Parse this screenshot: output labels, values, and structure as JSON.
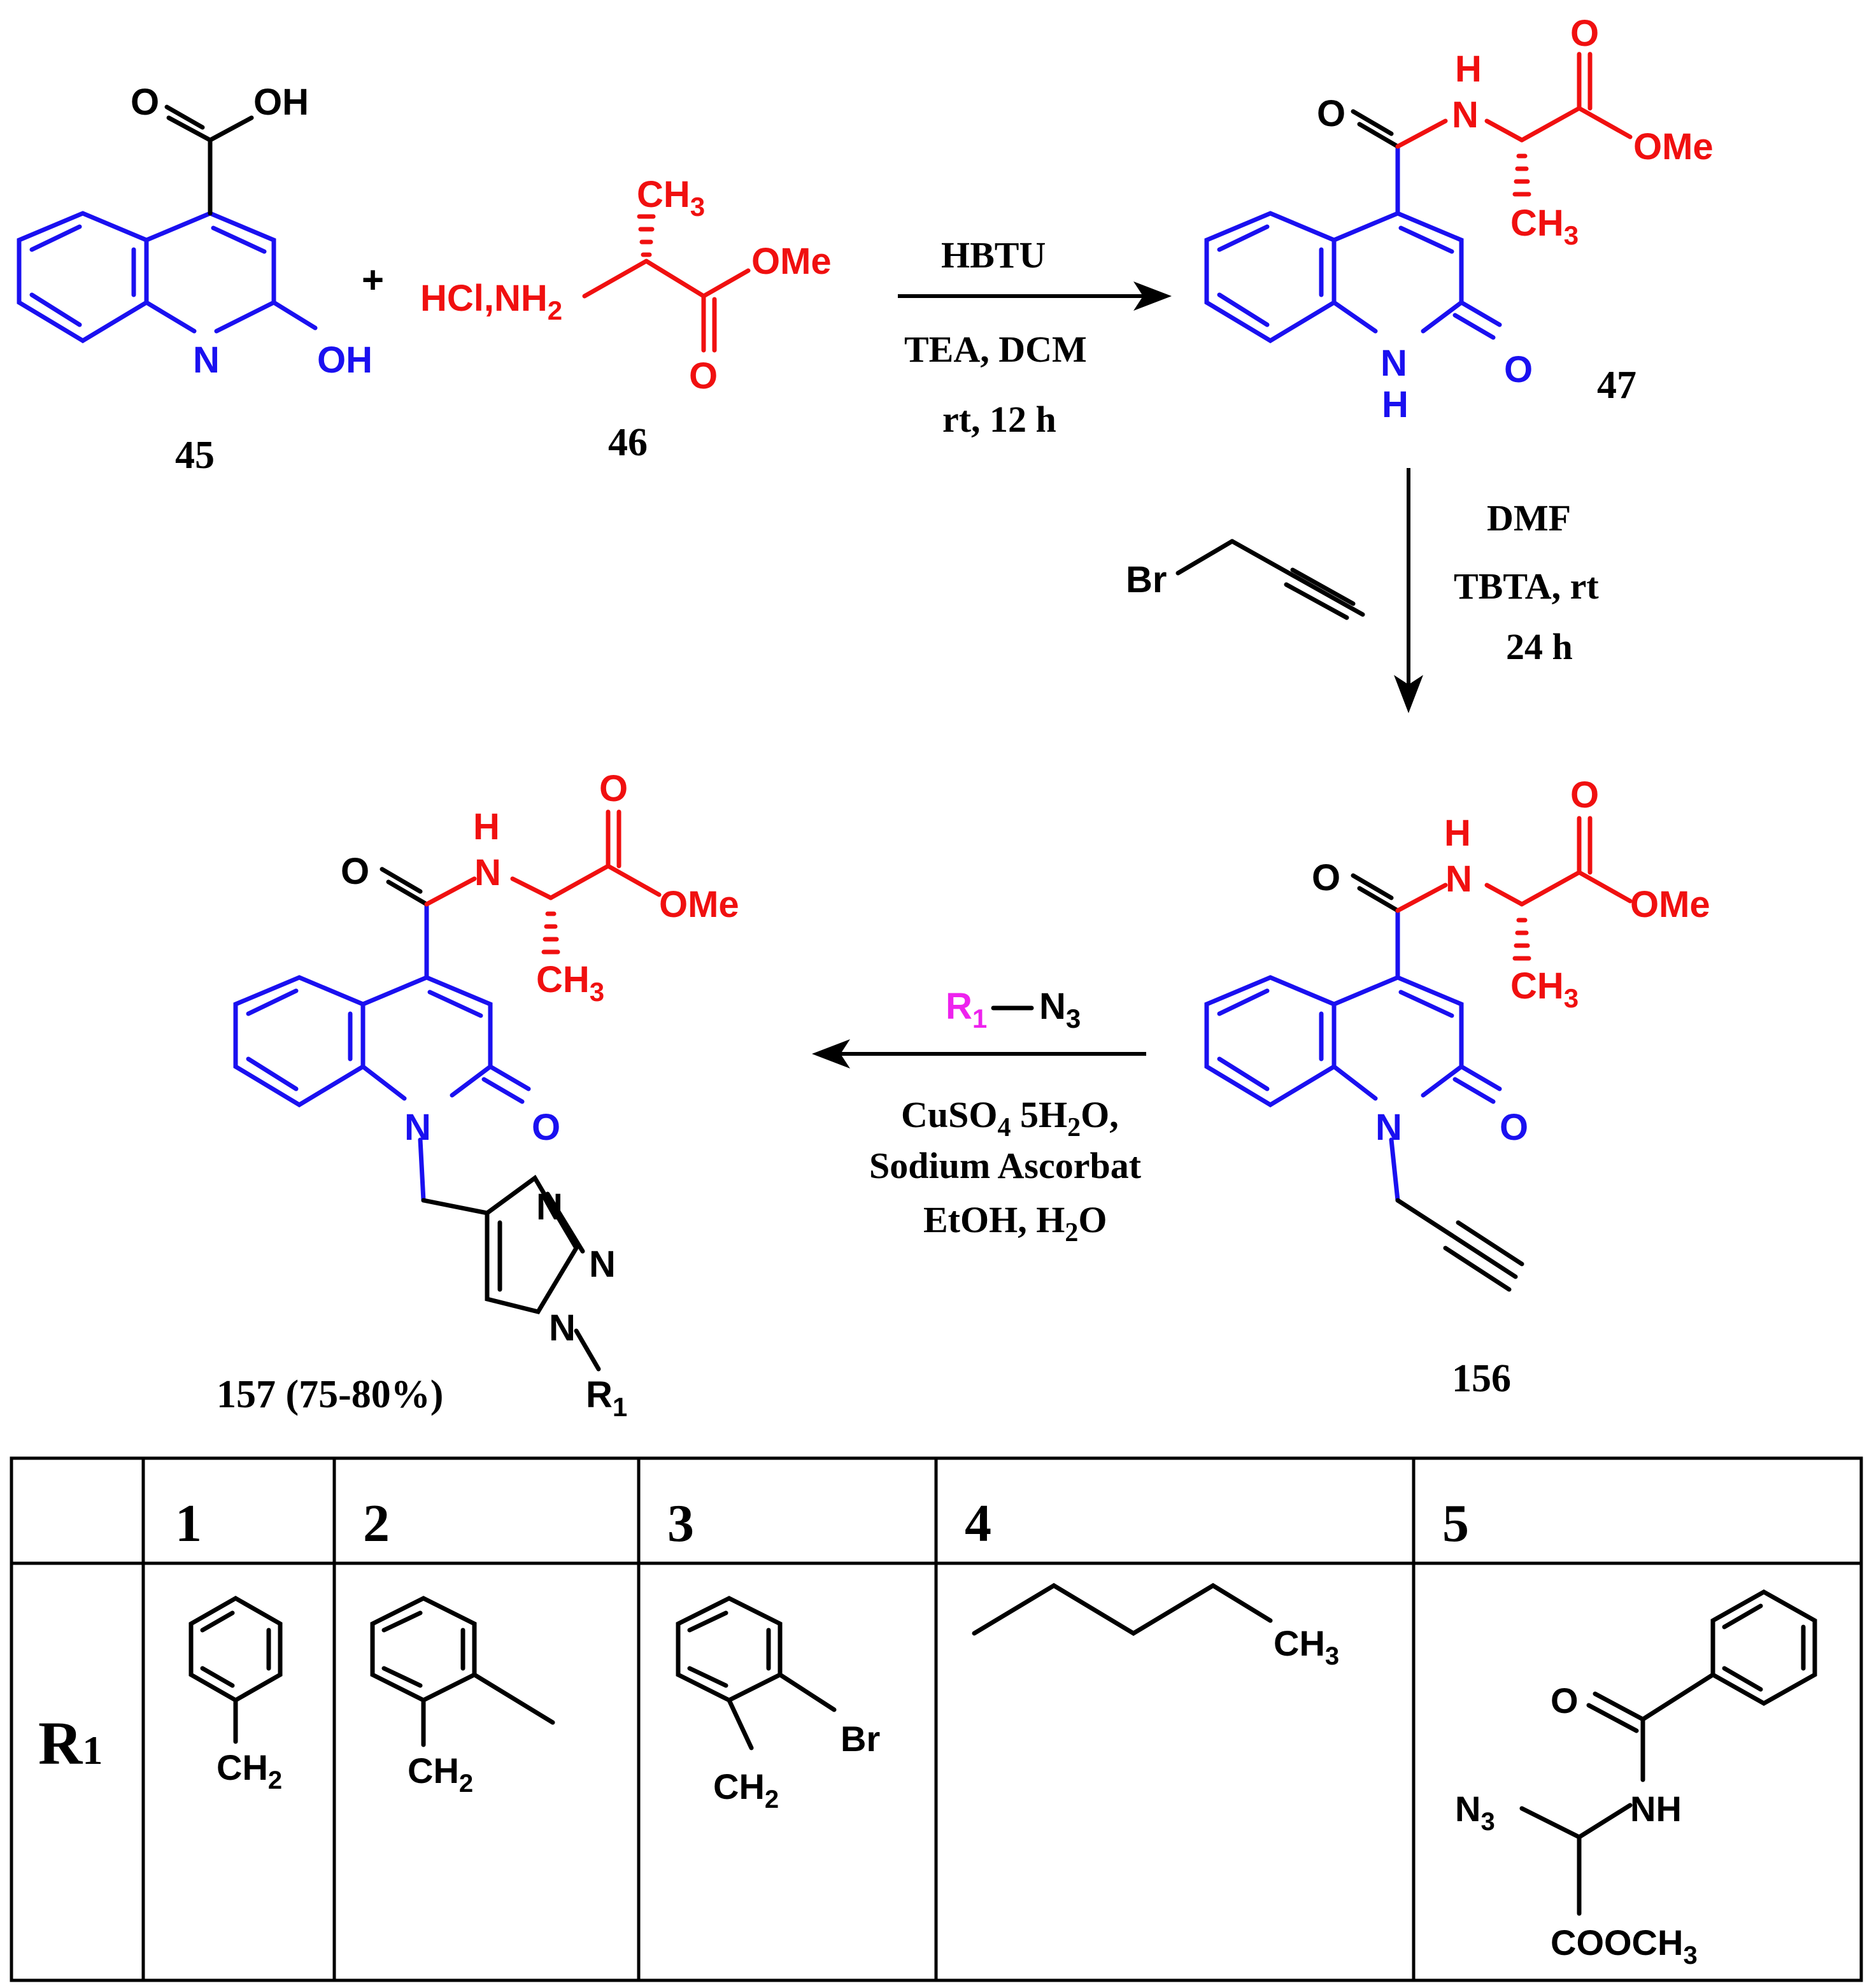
{
  "compounds": {
    "c45": {
      "label": "45",
      "atoms": {
        "o": "O",
        "oh_top": "OH",
        "n": "N",
        "oh_ring": "OH"
      }
    },
    "c46": {
      "label": "46",
      "atoms": {
        "ch3": "CH",
        "ch3_sub": "3",
        "hcl": "HCl,NH",
        "hcl_sub": "2",
        "ome": "OMe",
        "o": "O"
      }
    },
    "c47": {
      "label": "47",
      "atoms": {
        "o_amide": "O",
        "nh_h": "H",
        "nh_n": "N",
        "o_ester": "O",
        "ome": "OMe",
        "ch3": "CH",
        "ch3_sub": "3",
        "o_ring": "O",
        "n_ring": "N",
        "h_ring": "H"
      }
    },
    "c156": {
      "label": "156",
      "atoms": {
        "o_amide": "O",
        "nh_h": "H",
        "nh_n": "N",
        "o_ester": "O",
        "ome": "OMe",
        "ch3": "CH",
        "ch3_sub": "3",
        "o_ring": "O",
        "n_ring": "N"
      }
    },
    "c157": {
      "label": "157 (75-80%)",
      "atoms": {
        "o_amide": "O",
        "nh_h": "H",
        "nh_n": "N",
        "o_ester": "O",
        "ome": "OMe",
        "ch3": "CH",
        "ch3_sub": "3",
        "o_ring": "O",
        "n_ring": "N",
        "n_tri1": "N",
        "n_tri2": "N",
        "n_tri3": "N",
        "r": "R",
        "r_sub": "1"
      }
    }
  },
  "plus": "+",
  "reagents": {
    "step1": {
      "above": "HBTU",
      "below1": "TEA, DCM",
      "below2": "rt, 12 h"
    },
    "step2": {
      "reagent_atom": "Br",
      "cond1": "DMF",
      "cond2": "TBTA, rt",
      "cond3": "24 h"
    },
    "step3": {
      "r": "R",
      "r_sub": "1",
      "n3": "N",
      "n3_sub": "3",
      "cond1a": "CuSO",
      "cond1_sub1": "4",
      "cond1b": " 5H",
      "cond1_sub2": "2",
      "cond1c": "O,",
      "cond2": "Sodium Ascorbat",
      "cond3a": "EtOH, H",
      "cond3_sub": "2",
      "cond3b": "O"
    }
  },
  "table": {
    "row_label": "R",
    "row_label_sub": "1",
    "headers": [
      "1",
      "2",
      "3",
      "4",
      "5"
    ],
    "cells": {
      "s1": {
        "ch2": "CH",
        "ch2_sub": "2"
      },
      "s2": {
        "ch2": "CH",
        "ch2_sub": "2"
      },
      "s3": {
        "ch2": "CH",
        "ch2_sub": "2",
        "br": "Br"
      },
      "s4": {
        "ch3": "CH",
        "ch3_sub": "3"
      },
      "s5": {
        "o": "O",
        "nh": "NH",
        "n3": "N",
        "n3_sub": "3",
        "cooch3": "COOCH",
        "cooch3_sub": "3"
      }
    }
  },
  "colors": {
    "core": "#1a10f0",
    "aminoacid": "#f01010",
    "substituent": "#ee22ee",
    "default": "#000000"
  }
}
